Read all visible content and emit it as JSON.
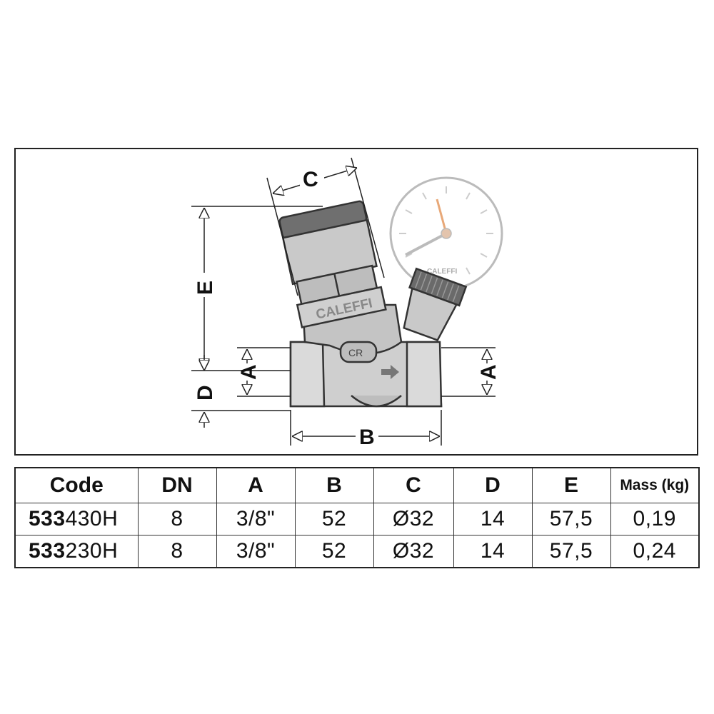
{
  "drawing": {
    "dimension_labels": {
      "C": "C",
      "E": "E",
      "D": "D",
      "A_left": "A",
      "A_right": "A",
      "B": "B"
    },
    "valve_brand": "CALEFFI",
    "gauge_brand": "CALEFFI",
    "flow_arrow_icon": "arrow-right-icon",
    "colors": {
      "body": "#c9c9c9",
      "outline": "#333333",
      "gauge_needle": "#e8a878",
      "gauge_hand": "#bbbbbb"
    }
  },
  "table": {
    "headers": [
      "Code",
      "DN",
      "A",
      "B",
      "C",
      "D",
      "E",
      "Mass (kg)"
    ],
    "rows": [
      {
        "code_prefix": "533",
        "code_suffix": "430H",
        "dn": "8",
        "a": "3/8\"",
        "b": "52",
        "c": "Ø32",
        "d": "14",
        "e": "57,5",
        "mass": "0,19"
      },
      {
        "code_prefix": "533",
        "code_suffix": "230H",
        "dn": "8",
        "a": "3/8\"",
        "b": "52",
        "c": "Ø32",
        "d": "14",
        "e": "57,5",
        "mass": "0,24"
      }
    ]
  }
}
